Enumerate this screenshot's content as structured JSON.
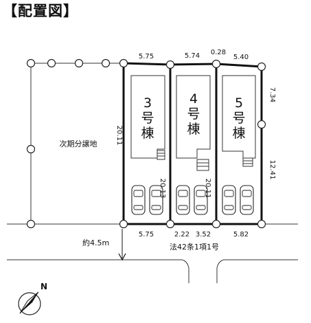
{
  "title": "【配置図】",
  "lots": [
    {
      "name": "3号棟",
      "number": "3",
      "kanji": [
        "号",
        "棟"
      ]
    },
    {
      "name": "4号棟",
      "number": "4",
      "kanji": [
        "号",
        "棟"
      ]
    },
    {
      "name": "5号棟",
      "number": "5",
      "kanji": [
        "号",
        "棟"
      ]
    }
  ],
  "dims": {
    "top_lot3": "5.75",
    "top_lot4": "5.74",
    "top_jog": "0.28",
    "top_lot5": "5.40",
    "right_upper": "7.34",
    "right_lower": "12.41",
    "left_lot3": "20.11",
    "between_3_4": "20.13",
    "between_4_5": "20.11",
    "bottom_lot3": "5.75",
    "bottom_a": "2.22",
    "bottom_b": "3.52",
    "bottom_lot5": "5.82"
  },
  "labels": {
    "future_lot": "次期分譲地",
    "road_width": "約4.5m",
    "road_law": "法42条1項1号",
    "north": "N"
  }
}
